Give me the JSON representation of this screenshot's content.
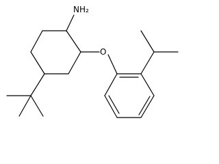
{
  "molecule": {
    "atom_labels": {
      "amine": "NH2",
      "ether_oxygen": "O"
    },
    "substituents": [
      "tert-butyl",
      "isopropyl"
    ]
  },
  "colors": {
    "background": "#ffffff",
    "bond": "#000000",
    "label": "#000000"
  }
}
